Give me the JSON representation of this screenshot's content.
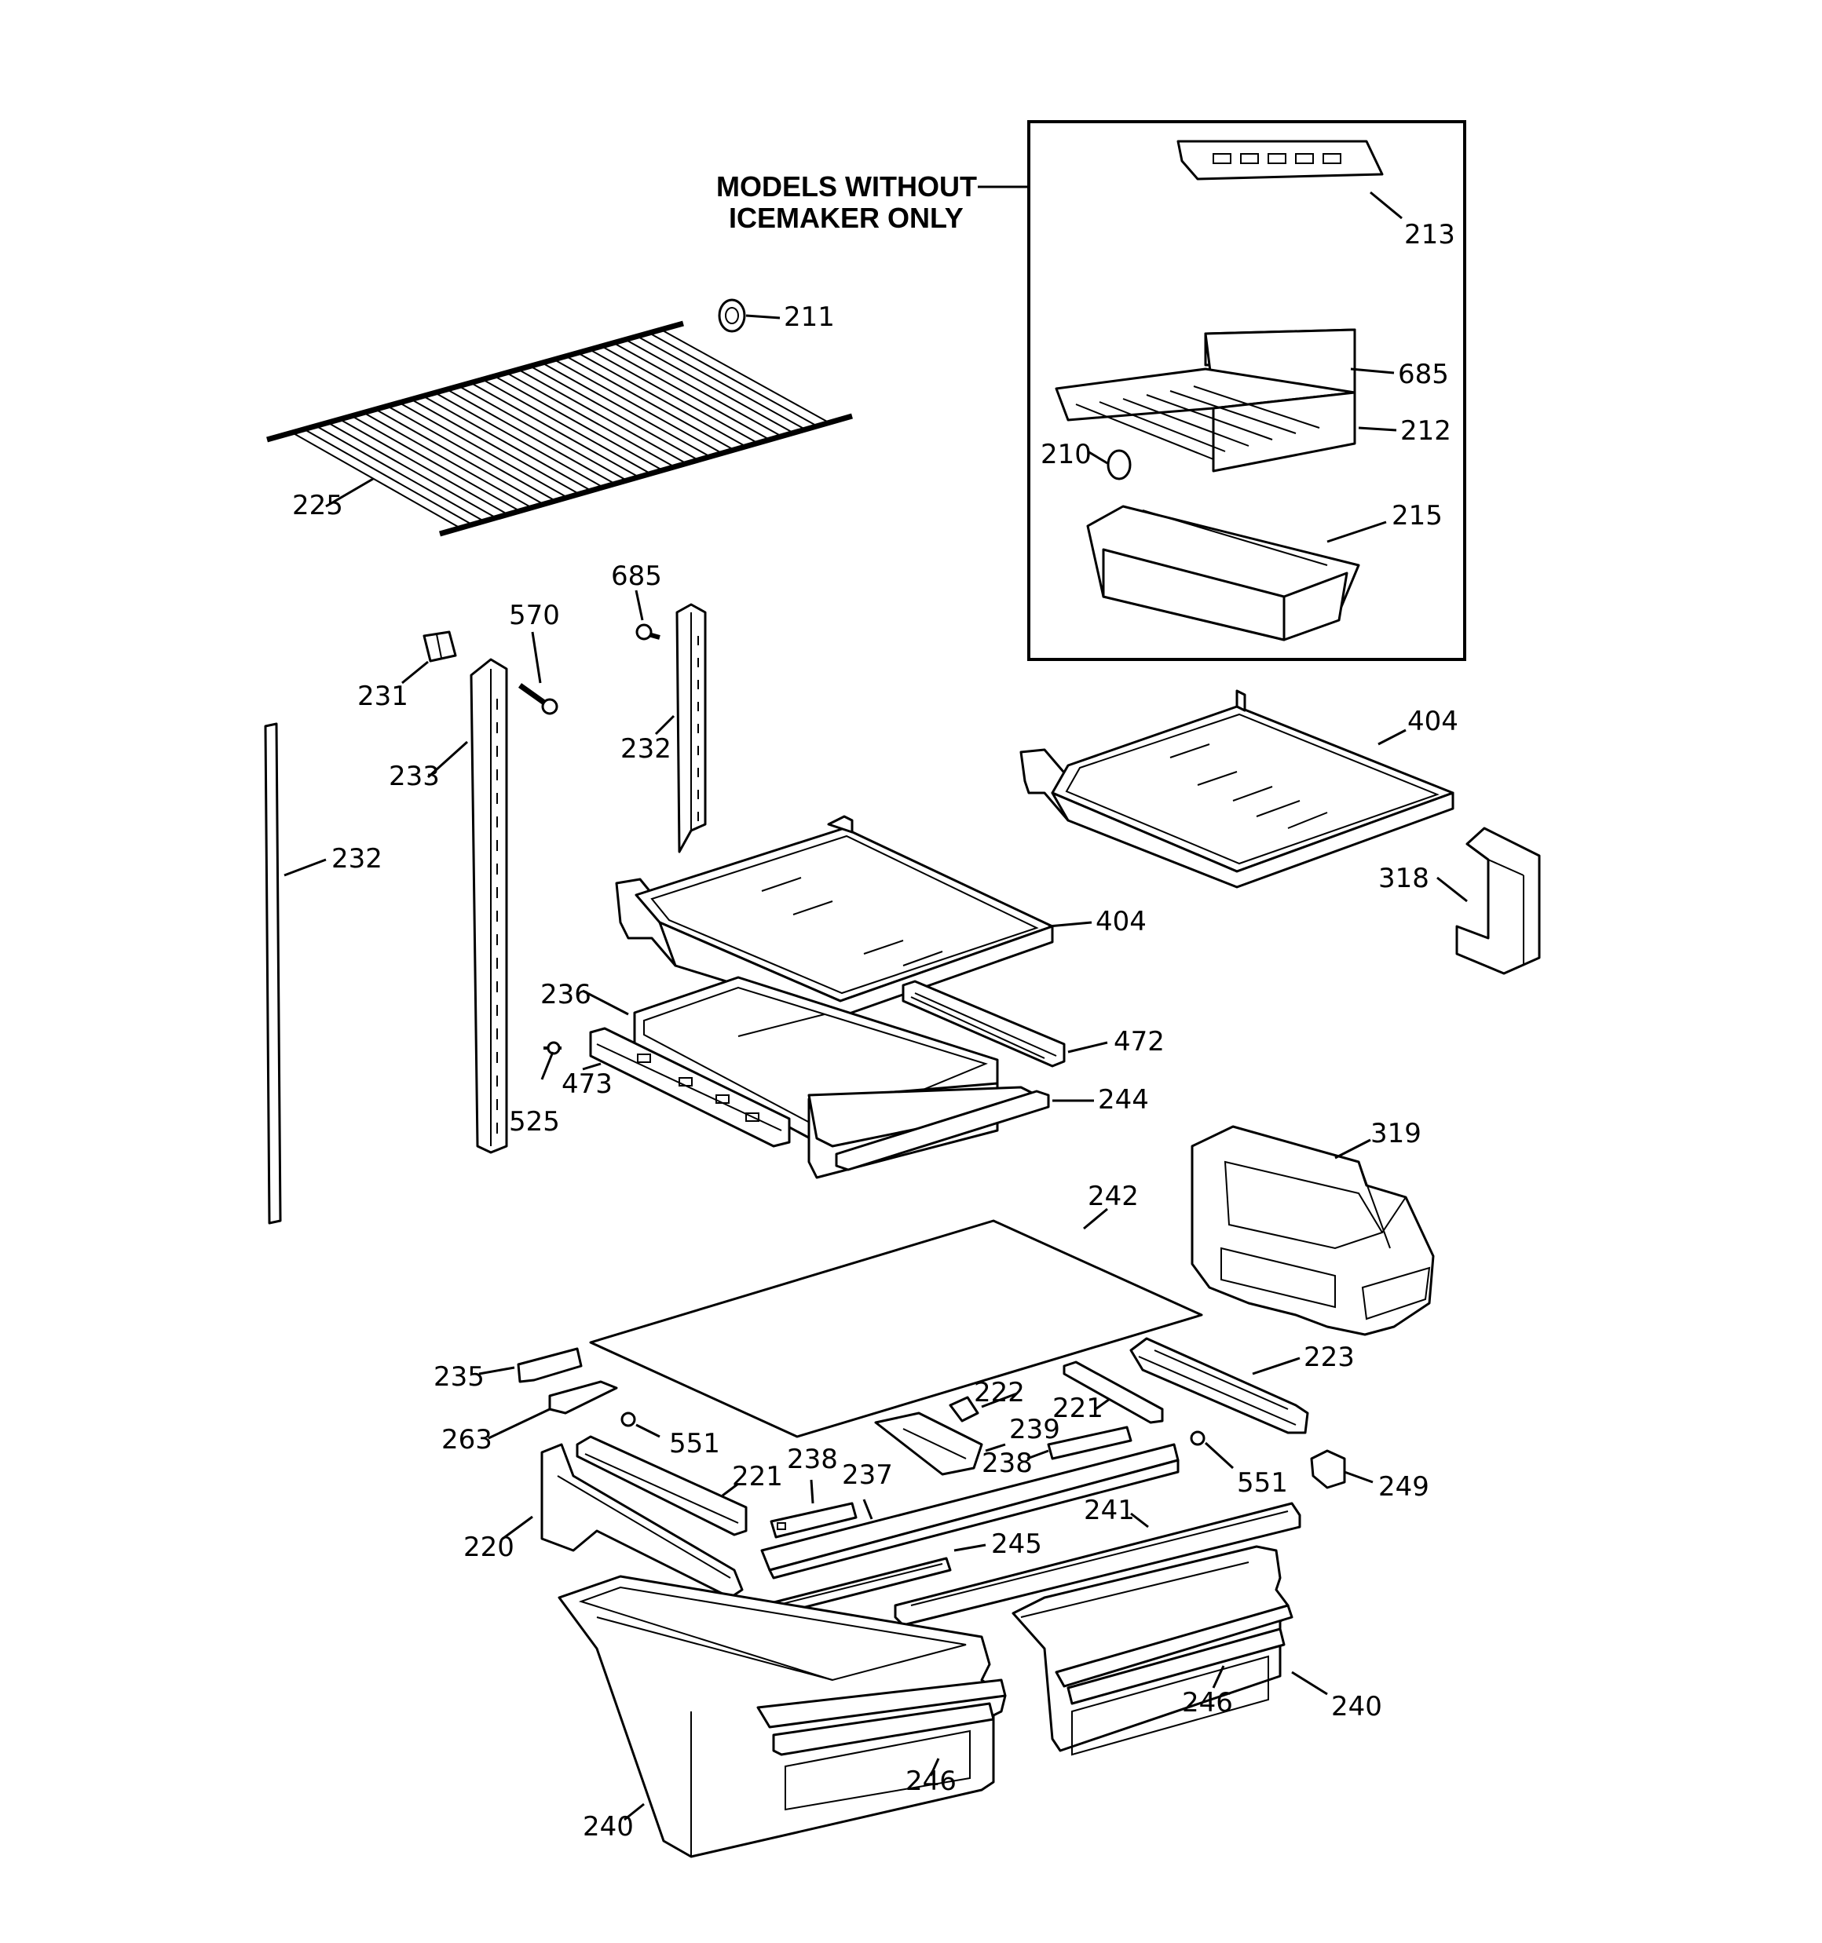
{
  "inset": {
    "note_line1": "MODELS WITHOUT",
    "note_line2": "ICEMAKER ONLY"
  },
  "callouts": {
    "c211": "211",
    "c213": "213",
    "c685a": "685",
    "c212": "212",
    "c210": "210",
    "c215": "215",
    "c225": "225",
    "c685b": "685",
    "c570": "570",
    "c231": "231",
    "c232a": "232",
    "c233": "233",
    "c232b": "232",
    "c404a": "404",
    "c404b": "404",
    "c318": "318",
    "c236": "236",
    "c472": "472",
    "c473": "473",
    "c525": "525",
    "c244": "244",
    "c319": "319",
    "c242": "242",
    "c223": "223",
    "c235": "235",
    "c222": "222",
    "c221a": "221",
    "c239": "239",
    "c263": "263",
    "c551a": "551",
    "c238a": "238",
    "c238b": "238",
    "c551b": "551",
    "c249": "249",
    "c221b": "221",
    "c237": "237",
    "c241": "241",
    "c220": "220",
    "c245": "245",
    "c246a": "246",
    "c240a": "240",
    "c246b": "246",
    "c240b": "240"
  }
}
